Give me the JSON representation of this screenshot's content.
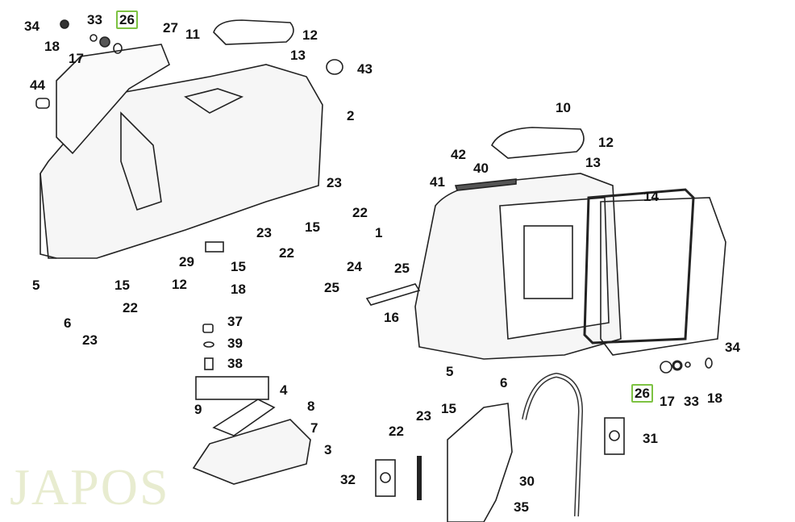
{
  "watermark": "JAPOS",
  "highlight_color": "#7dc242",
  "callouts": [
    "34",
    "33",
    "26",
    "27",
    "11",
    "12",
    "13",
    "43",
    "18",
    "17",
    "44",
    "2",
    "10",
    "12",
    "13",
    "42",
    "40",
    "41",
    "23",
    "22",
    "15",
    "14",
    "1",
    "23",
    "22",
    "29",
    "15",
    "24",
    "25",
    "25",
    "12",
    "18",
    "5",
    "15",
    "22",
    "6",
    "23",
    "16",
    "37",
    "39",
    "38",
    "4",
    "9",
    "8",
    "7",
    "3",
    "5",
    "6",
    "34",
    "26",
    "17",
    "33",
    "18",
    "23",
    "15",
    "22",
    "31",
    "32",
    "30",
    "35"
  ]
}
